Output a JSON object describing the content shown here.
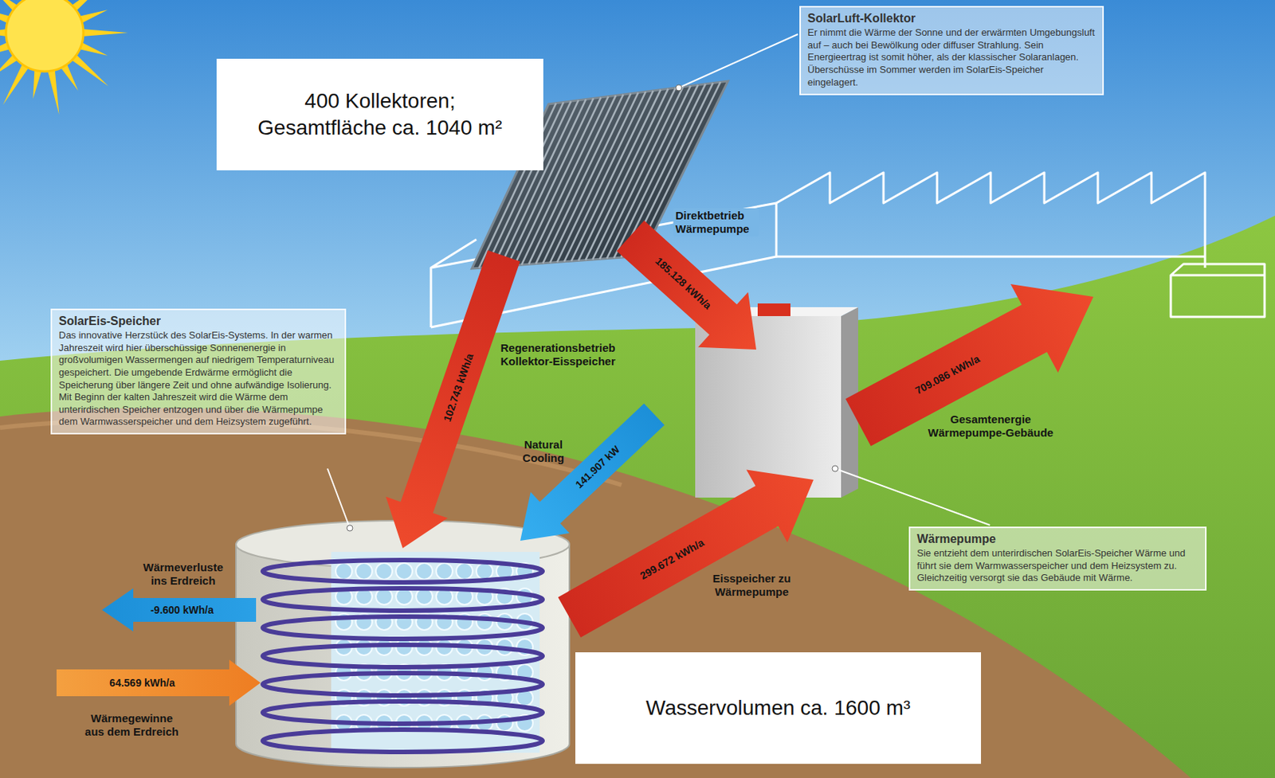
{
  "diagram": {
    "nodes": [
      {
        "text": [
          "SolarLuft-Kollektor",
          "Er nimmt die Wärme der Sonne und der erwärmten Umgebungsluft auf – auch bei Bewölkung oder diffuser Strahlung. Sein Energieertrag ist somit höher, als der klassischer Solaranlagen. Überschüsse im Sommer werden im SolarEis-Speicher eingelagert."
        ]
      },
      {
        "text": [
          "400 Kollektoren; Gesamtfläche ca. 1040 m²"
        ]
      },
      {
        "text": [
          "SolarEis-Speicher",
          "Das innovative Herzstück des SolarEis-Systems. In der warmen Jahreszeit wird hier überschüssige Sonnenenergie in großvolumigen Wassermengen auf niedrigem Temperaturniveau gespeichert. Die umgebende Erdwärme ermöglicht die Speicherung über längere Zeit und ohne aufwändige Isolierung. Mit Beginn der kalten Jahreszeit wird die Wärme dem unterirdischen Speicher entzogen und über die Wärmepumpe dem Warmwasserspeicher und dem Heizsystem zugeführt."
        ]
      },
      {
        "text": [
          "Wärmepumpe",
          "Sie entzieht dem unterirdischen SolarEis-Speicher Wärme und führt sie dem Warmwasserspeicher und dem Heizsystem zu. Gleichzeitig versorgt sie das Gebäude mit Wärme."
        ]
      },
      {
        "text": [
          "Wasservolumen ca. 1600 m³"
        ]
      }
    ],
    "labels": [
      "Direktbetrieb Wärmepumpe",
      "185.128 kWh/a",
      "Regenerationsbetrieb Kollektor-Eisspeicher",
      "102.743 kWh/a",
      "709.086 kWh/a",
      "Gesamtenergie Wärmepumpe-Gebäude",
      "Natural Cooling",
      "141.907 kW",
      "299.672 kWh/a",
      "Wärmeverluste ins Erdreich",
      "-9.600 kWh/a",
      "Eisspeicher zu Wärmepumpe",
      "64.569 kWh/a",
      "Wärmegewinne aus dem Erdreich"
    ]
  }
}
